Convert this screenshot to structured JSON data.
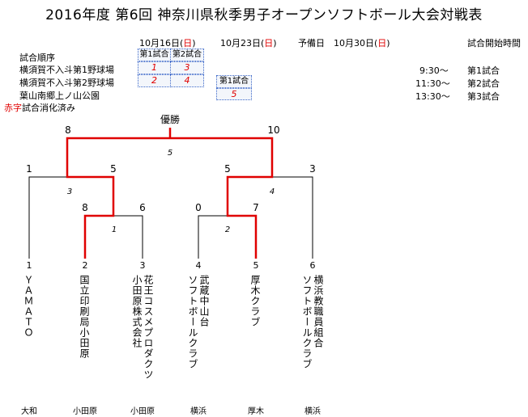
{
  "title": "2016年度 第6回 神奈川県秋季男子オープンソフトボール大会対戦表",
  "dates": {
    "d1_pre": "10月16日(",
    "d1_day": "日",
    "d1_post": ")",
    "d2_pre": "10月23日(",
    "d2_day": "日",
    "d2_post": ")",
    "reserve_label": "予備日",
    "d3_pre": "10月30日(",
    "d3_day": "日",
    "d3_post": ")",
    "start_time_label": "試合開始時間"
  },
  "left_info": {
    "order_label": "試合順序",
    "venues": [
      "横須賀不入斗第1野球場",
      "横須賀不入斗第2野球場",
      "葉山南郷上ノ山公園"
    ],
    "legend_red": "赤字",
    "legend_rest": "試合消化済み"
  },
  "schedule": {
    "h1": "第1試合",
    "h2": "第2試合",
    "r1c1": "1",
    "r1c2": "3",
    "r2c1": "2",
    "r2c2": "4",
    "d2_label": "第1試合",
    "d2_value": "5"
  },
  "times": [
    {
      "time": "9:30～",
      "game": "第1試合"
    },
    {
      "time": "11:30～",
      "game": "第2試合"
    },
    {
      "time": "13:30～",
      "game": "第3試合"
    }
  ],
  "bracket": {
    "champion_label": "優勝",
    "final_left_score": "8",
    "final_right_score": "10",
    "final_game": "5",
    "semi_left_score1": "1",
    "semi_left_score2": "5",
    "semi_left_game": "3",
    "semi_right_score1": "5",
    "semi_right_score2": "3",
    "semi_right_game": "4",
    "r1_left_score1": "8",
    "r1_left_score2": "6",
    "r1_left_game": "1",
    "r1_right_score1": "0",
    "r1_right_score2": "7",
    "r1_right_game": "2"
  },
  "teams": [
    {
      "no": "1",
      "name": "ＹＡＭＡＴＯ",
      "city": "大和"
    },
    {
      "no": "2",
      "name": "国立印刷局小田原",
      "city": "小田原"
    },
    {
      "no": "3",
      "name": "小田原株式会社",
      "name2": "花王コスメプロダクツ",
      "city": "小田原"
    },
    {
      "no": "4",
      "name": "ソフトボールクラブ",
      "name2": "武蔵中山台",
      "city": "横浜"
    },
    {
      "no": "5",
      "name": "厚木クラブ",
      "city": "厚木"
    },
    {
      "no": "6",
      "name": "ソフトボールクラブ",
      "name2": "横浜教職員組合",
      "city": "横浜"
    }
  ],
  "colors": {
    "winner_line": "#e00000",
    "loser_line": "#000000",
    "cell_border": "#3a66c8"
  }
}
